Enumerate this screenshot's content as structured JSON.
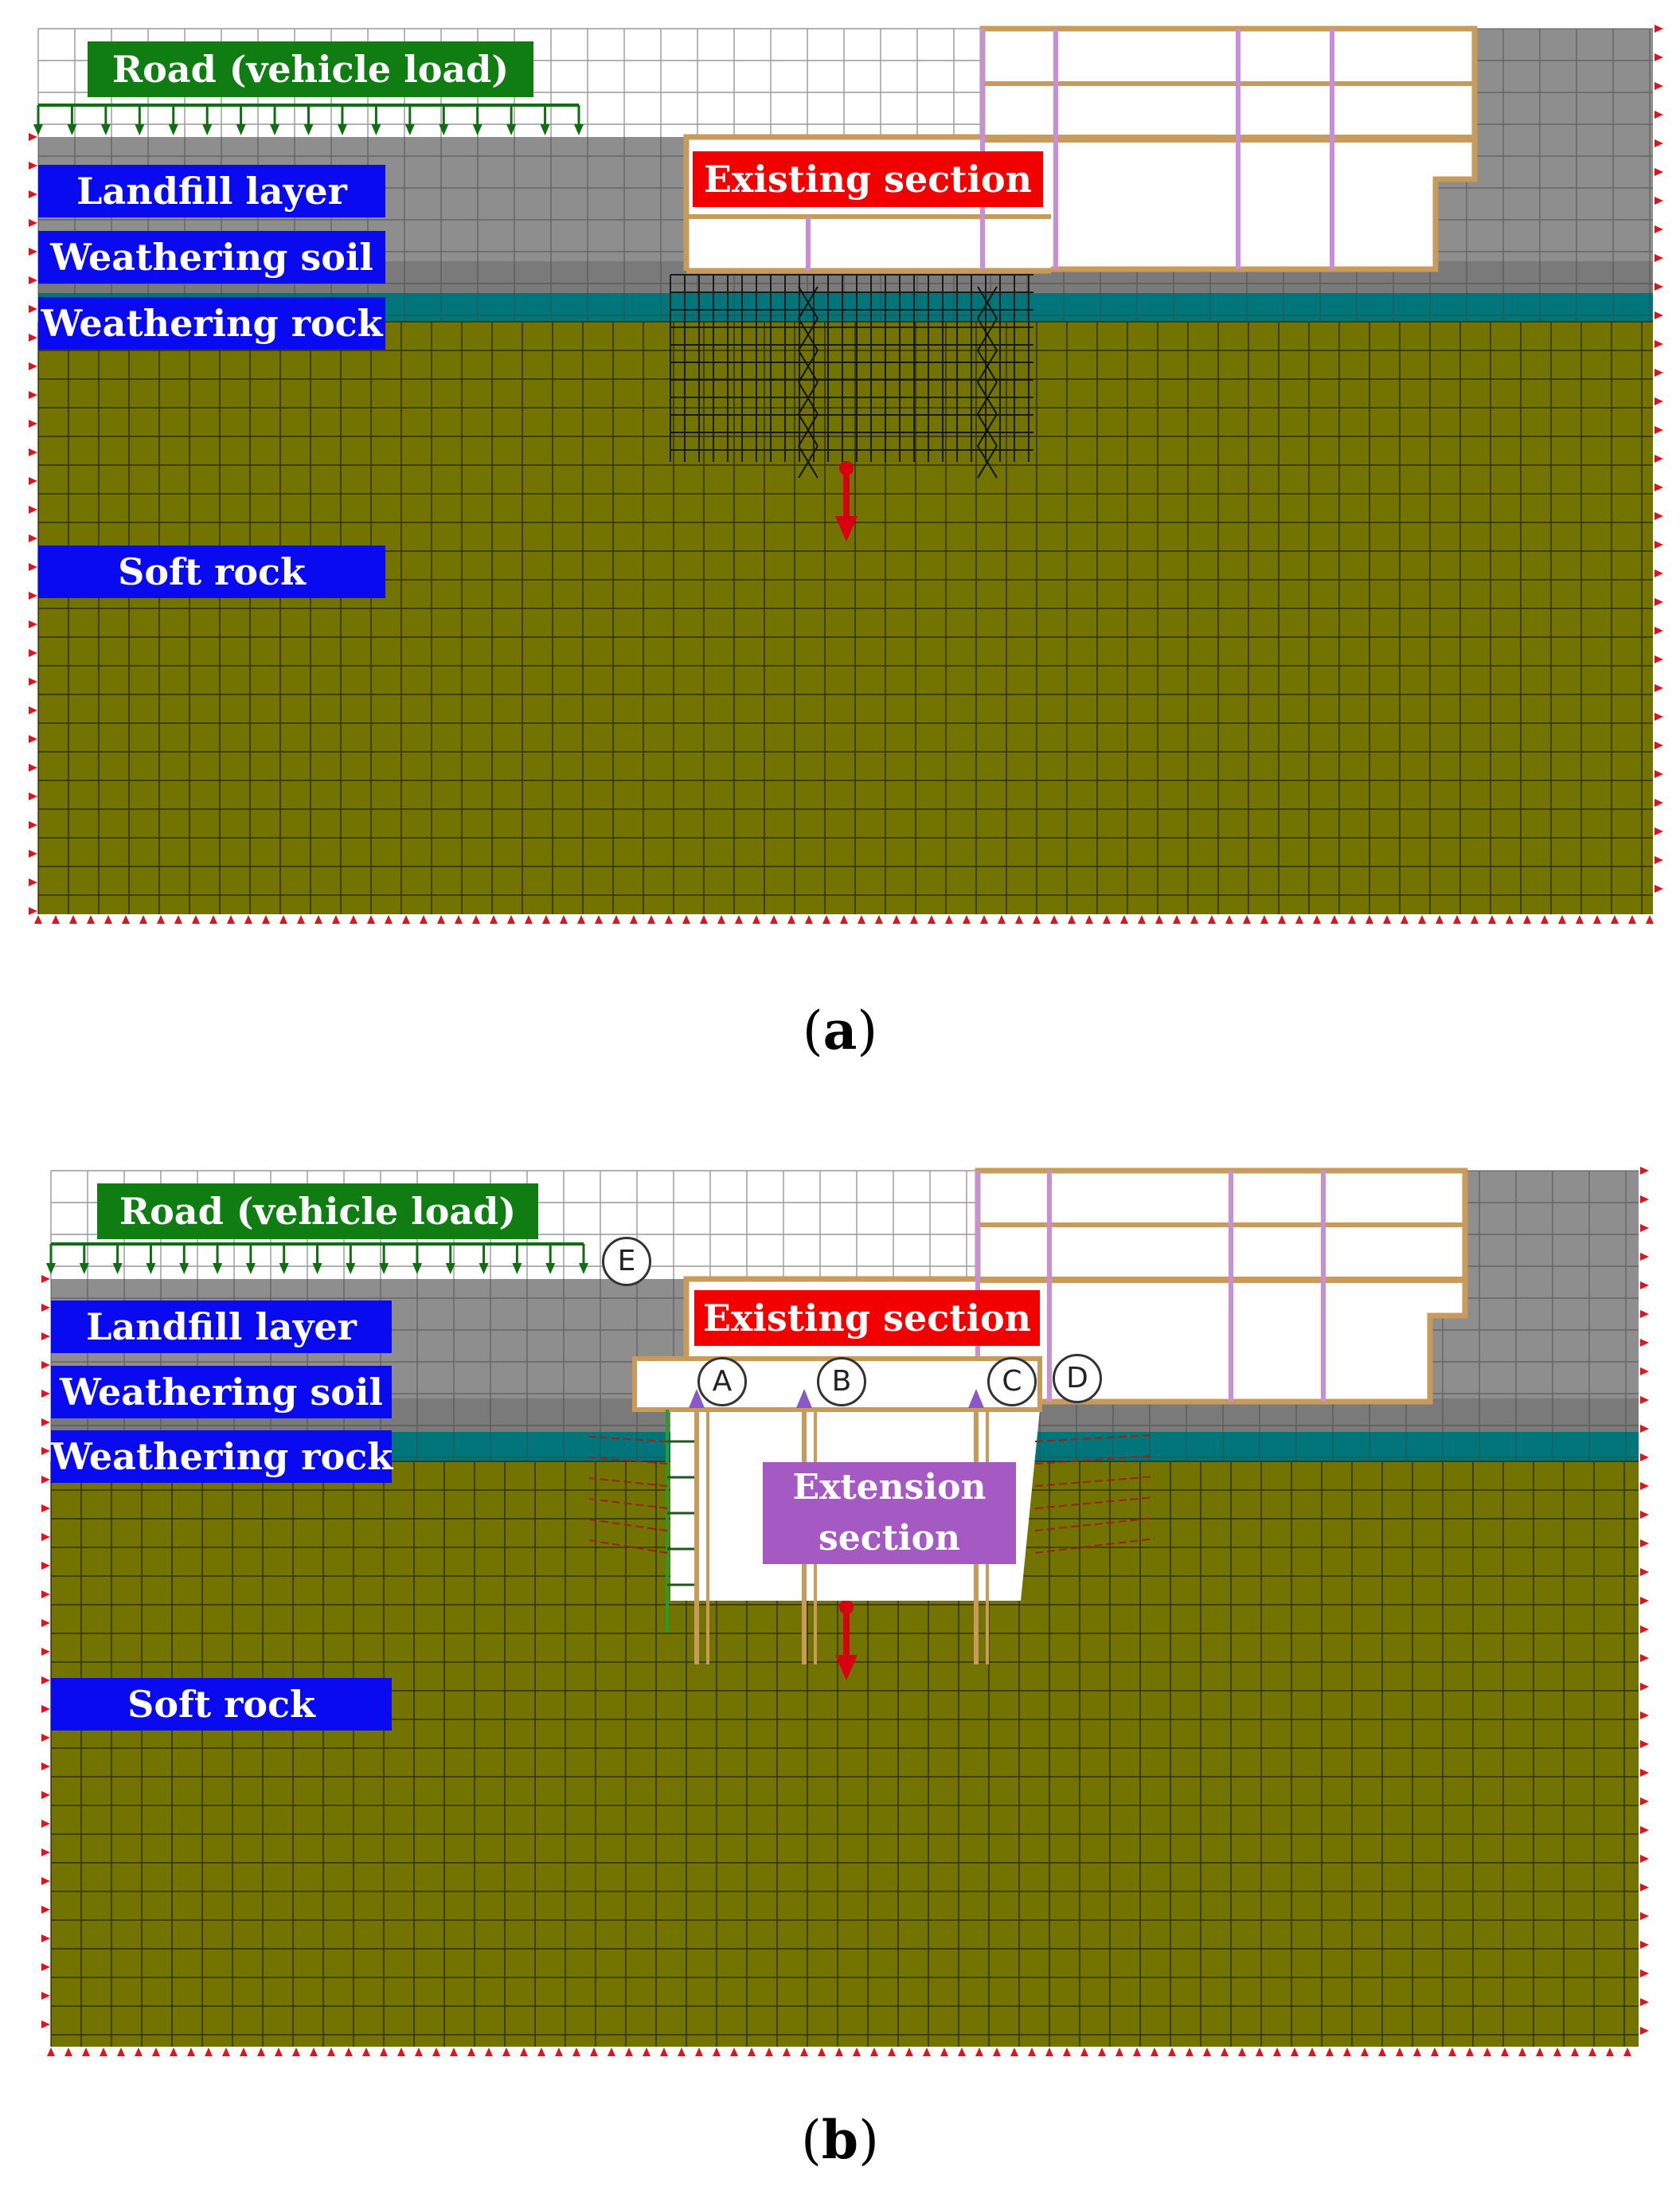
{
  "panels": [
    {
      "caption_letter": "a",
      "road_label": "Road (vehicle load)",
      "existing_label": "Existing section",
      "layers": [
        "Landfill layer",
        "Weathering soil",
        "Weathering rock",
        "Soft rock"
      ]
    },
    {
      "caption_letter": "b",
      "road_label": "Road (vehicle load)",
      "existing_label": "Existing section",
      "extension_label_line1": "Extension",
      "extension_label_line2": "section",
      "layers": [
        "Landfill layer",
        "Weathering soil",
        "Weathering rock",
        "Soft rock"
      ],
      "markers": [
        "A",
        "B",
        "C",
        "D",
        "E"
      ]
    }
  ],
  "colors": {
    "landfill": "#8e8e8e",
    "weathering_soil": "#7a7a7a",
    "weathering_rock": "#00757a",
    "soft_rock": "#737300",
    "layer_label_bg": "#0a0af0",
    "road_label_bg": "#0f7d12",
    "existing_label_bg": "#f20000",
    "extension_label_bg": "#a55ac3",
    "frame": "#c89b5a",
    "column": "#c88fd6",
    "boundary_arrow": "#e0141e"
  }
}
